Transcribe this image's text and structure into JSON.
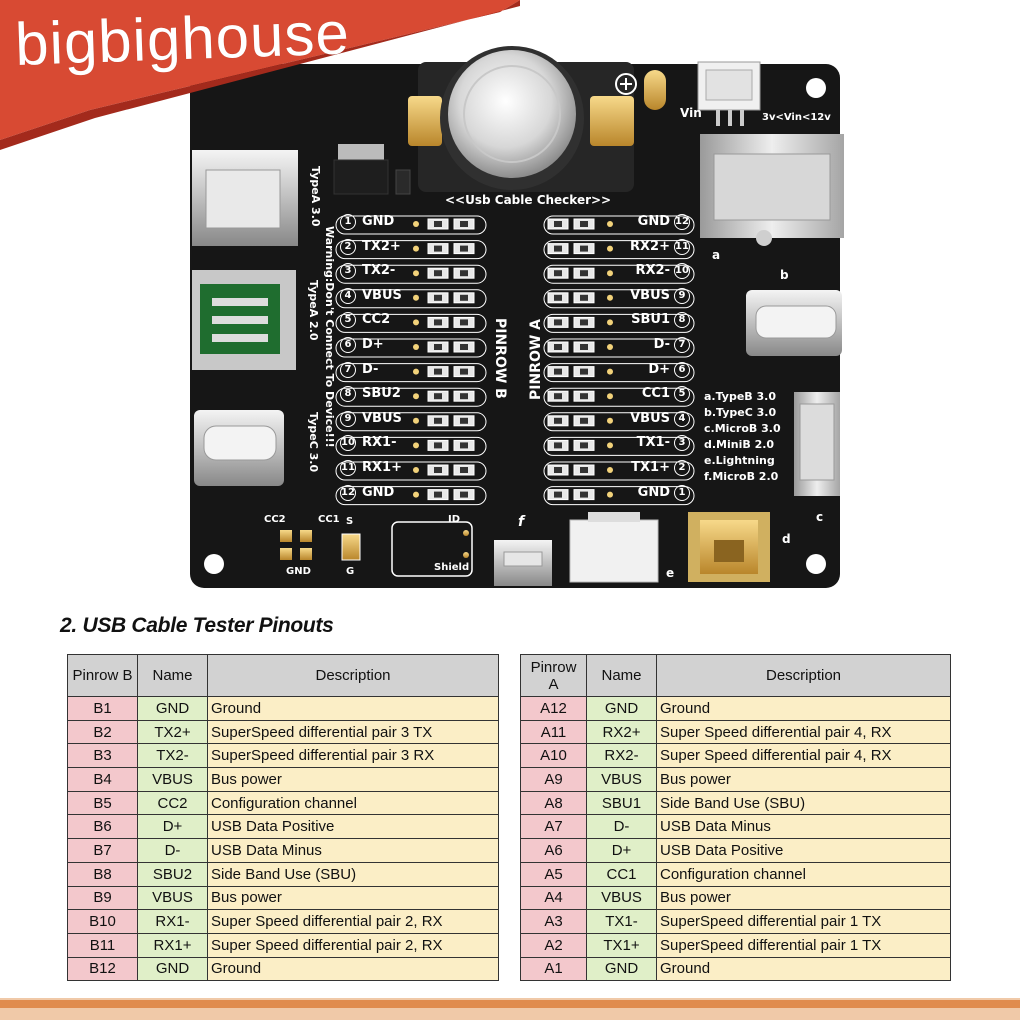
{
  "brand": {
    "watermark": "bigbighouse",
    "accent": "#d84a33"
  },
  "board": {
    "title": "<<Usb Cable Checker>>",
    "vin_label": "Vin",
    "vin_range": "3v<Vin<12v",
    "left_labels": [
      "TypeA 3.0",
      "Warning:Don't Connect To Device!!!",
      "TypeA 2.0",
      "TypeC 3.0"
    ],
    "pinrow_b": "PINROW B",
    "pinrow_a": "PINROW A",
    "pins_b": [
      {
        "n": "1",
        "label": "GND"
      },
      {
        "n": "2",
        "label": "TX2+"
      },
      {
        "n": "3",
        "label": "TX2-"
      },
      {
        "n": "4",
        "label": "VBUS"
      },
      {
        "n": "5",
        "label": "CC2"
      },
      {
        "n": "6",
        "label": "D+"
      },
      {
        "n": "7",
        "label": "D-"
      },
      {
        "n": "8",
        "label": "SBU2"
      },
      {
        "n": "9",
        "label": "VBUS"
      },
      {
        "n": "10",
        "label": "RX1-"
      },
      {
        "n": "11",
        "label": "RX1+"
      },
      {
        "n": "12",
        "label": "GND"
      }
    ],
    "pins_a": [
      {
        "n": "12",
        "label": "GND"
      },
      {
        "n": "11",
        "label": "RX2+"
      },
      {
        "n": "10",
        "label": "RX2-"
      },
      {
        "n": "9",
        "label": "VBUS"
      },
      {
        "n": "8",
        "label": "SBU1"
      },
      {
        "n": "7",
        "label": "D-"
      },
      {
        "n": "6",
        "label": "D+"
      },
      {
        "n": "5",
        "label": "CC1"
      },
      {
        "n": "4",
        "label": "VBUS"
      },
      {
        "n": "3",
        "label": "TX1-"
      },
      {
        "n": "2",
        "label": "TX1+"
      },
      {
        "n": "1",
        "label": "GND"
      }
    ],
    "legend": [
      "a.TypeB 3.0",
      "b.TypeC 3.0",
      "c.MicroB 3.0",
      "d.MiniB 2.0",
      "e.Lightning",
      "f.MicroB 2.0"
    ],
    "port_letters": [
      "a",
      "b",
      "c",
      "d",
      "e",
      "f"
    ],
    "cc2": "CC2",
    "cc1": "CC1",
    "gnd": "GND",
    "id": "ID",
    "shield": "Shield",
    "s": "S",
    "g": "G",
    "plus": "+"
  },
  "section_title": "2. USB Cable Tester Pinouts",
  "table_b": {
    "headers": {
      "pin": "Pinrow B",
      "name": "Name",
      "desc": "Description"
    },
    "rows": [
      {
        "pin": "B1",
        "name": "GND",
        "desc": "Ground"
      },
      {
        "pin": "B2",
        "name": "TX2+",
        "desc": "SuperSpeed differential pair 3 TX"
      },
      {
        "pin": "B3",
        "name": "TX2-",
        "desc": "SuperSpeed differential pair 3 RX"
      },
      {
        "pin": "B4",
        "name": "VBUS",
        "desc": "Bus power"
      },
      {
        "pin": "B5",
        "name": "CC2",
        "desc": "Configuration channel"
      },
      {
        "pin": "B6",
        "name": "D+",
        "desc": "USB Data Positive"
      },
      {
        "pin": "B7",
        "name": "D-",
        "desc": "USB Data Minus"
      },
      {
        "pin": "B8",
        "name": "SBU2",
        "desc": "Side Band Use (SBU)"
      },
      {
        "pin": "B9",
        "name": "VBUS",
        "desc": "Bus power"
      },
      {
        "pin": "B10",
        "name": "RX1-",
        "desc": "Super Speed differential pair 2, RX"
      },
      {
        "pin": "B11",
        "name": "RX1+",
        "desc": "Super Speed differential pair 2, RX"
      },
      {
        "pin": "B12",
        "name": "GND",
        "desc": "Ground"
      }
    ]
  },
  "table_a": {
    "headers": {
      "pin": "Pinrow A",
      "name": "Name",
      "desc": "Description"
    },
    "rows": [
      {
        "pin": "A12",
        "name": "GND",
        "desc": "Ground"
      },
      {
        "pin": "A11",
        "name": "RX2+",
        "desc": "Super Speed differential pair 4, RX"
      },
      {
        "pin": "A10",
        "name": "RX2-",
        "desc": "Super Speed differential pair 4, RX"
      },
      {
        "pin": "A9",
        "name": "VBUS",
        "desc": "Bus power"
      },
      {
        "pin": "A8",
        "name": "SBU1",
        "desc": "Side Band Use (SBU)"
      },
      {
        "pin": "A7",
        "name": "D-",
        "desc": "USB Data Minus"
      },
      {
        "pin": "A6",
        "name": "D+",
        "desc": "USB Data Positive"
      },
      {
        "pin": "A5",
        "name": "CC1",
        "desc": "Configuration channel"
      },
      {
        "pin": "A4",
        "name": "VBUS",
        "desc": "Bus power"
      },
      {
        "pin": "A3",
        "name": "TX1-",
        "desc": "SuperSpeed differential pair 1 TX"
      },
      {
        "pin": "A2",
        "name": "TX1+",
        "desc": "SuperSpeed differential pair 1 TX"
      },
      {
        "pin": "A1",
        "name": "GND",
        "desc": "Ground"
      }
    ]
  }
}
